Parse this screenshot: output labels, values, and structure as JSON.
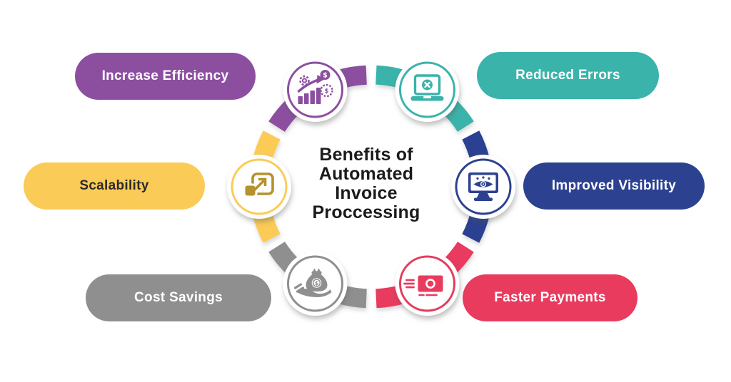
{
  "title": {
    "text": "Benefits of\nAutomated\nInvoice\nProccessing"
  },
  "symbols": {
    "dollar": "$"
  },
  "palette": {
    "purple": "#8c4fa0",
    "teal": "#3ab3aa",
    "yellow": "#fbcb57",
    "gold_icon": "#b5922c",
    "blue": "#2c4190",
    "gray": "#8f8f8f",
    "pink": "#e83b5e",
    "background": "#ffffff",
    "title_text": "#1b1b1b",
    "scalability_text": "#2b2b2b"
  },
  "benefits": [
    {
      "label": "Increase Efficiency",
      "color": "#8c4fa0",
      "text_color": "#ffffff",
      "icon": "growth-chart-gear-icon",
      "position": "top-left"
    },
    {
      "label": "Reduced Errors",
      "color": "#3ab3aa",
      "text_color": "#ffffff",
      "icon": "laptop-error-icon",
      "position": "top-right"
    },
    {
      "label": "Scalability",
      "color": "#fbcb57",
      "text_color": "#2b2b2b",
      "icon": "scale-expand-icon",
      "position": "middle-left"
    },
    {
      "label": "Improved Visibility",
      "color": "#2c4190",
      "text_color": "#ffffff",
      "icon": "monitor-eye-icon",
      "position": "middle-right"
    },
    {
      "label": "Cost Savings",
      "color": "#8f8f8f",
      "text_color": "#ffffff",
      "icon": "hand-money-bag-icon",
      "position": "bottom-left"
    },
    {
      "label": "Faster Payments",
      "color": "#e83b5e",
      "text_color": "#ffffff",
      "icon": "flying-banknote-icon",
      "position": "bottom-right"
    }
  ]
}
